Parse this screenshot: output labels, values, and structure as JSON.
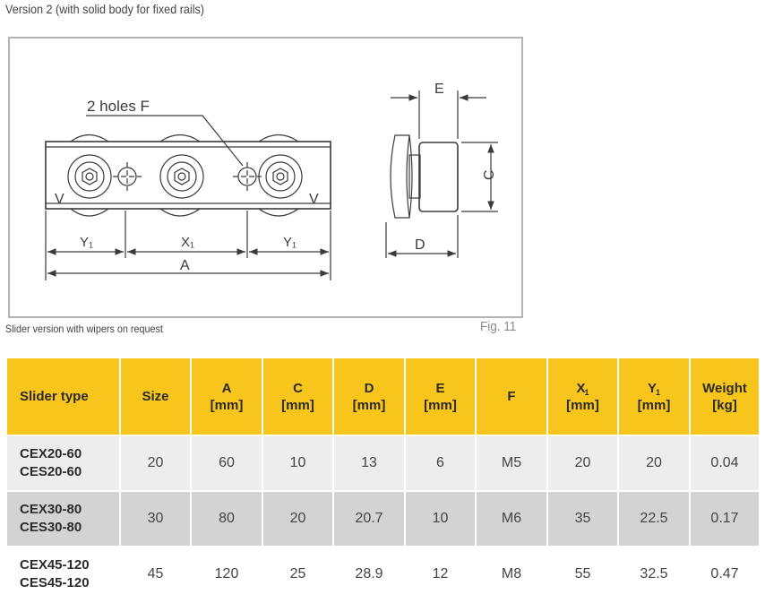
{
  "heading": "Version 2 (with solid body for fixed rails)",
  "figure": {
    "callout_holes": "2 holes F",
    "dim_y1_left": "Y₁",
    "dim_x1": "X₁",
    "dim_y1_right": "Y₁",
    "dim_a": "A",
    "dim_e": "E",
    "dim_c": "C",
    "dim_d": "D",
    "mark_v_left": "V",
    "mark_v_right": "V"
  },
  "caption": "Slider version with wipers on request",
  "fig_label": "Fig. 11",
  "colors": {
    "header_yellow": "#f8c51c",
    "row_light": "#ededed",
    "row_dark": "#d3d3d3",
    "frame_border": "#b4b4b4"
  },
  "table": {
    "headers": [
      {
        "line1": "Slider type",
        "line2": ""
      },
      {
        "line1": "Size",
        "line2": ""
      },
      {
        "line1": "A",
        "line2": "[mm]"
      },
      {
        "line1": "C",
        "line2": "[mm]"
      },
      {
        "line1": "D",
        "line2": "[mm]"
      },
      {
        "line1": "E",
        "line2": "[mm]"
      },
      {
        "line1": "F",
        "line2": ""
      },
      {
        "line1": "X",
        "sub": "1",
        "line2": "[mm]"
      },
      {
        "line1": "Y",
        "sub": "1",
        "line2": "[mm]"
      },
      {
        "line1": "Weight",
        "line2": "[kg]"
      }
    ],
    "rows": [
      {
        "type_a": "CEX20-60",
        "type_b": "CES20-60",
        "size": "20",
        "a": "60",
        "c": "10",
        "d": "13",
        "e": "6",
        "f": "M5",
        "x1": "20",
        "y1": "20",
        "weight": "0.04"
      },
      {
        "type_a": "CEX30-80",
        "type_b": "CES30-80",
        "size": "30",
        "a": "80",
        "c": "20",
        "d": "20.7",
        "e": "10",
        "f": "M6",
        "x1": "35",
        "y1": "22.5",
        "weight": "0.17"
      },
      {
        "type_a": "CEX45-120",
        "type_b": "CES45-120",
        "size": "45",
        "a": "120",
        "c": "25",
        "d": "28.9",
        "e": "12",
        "f": "M8",
        "x1": "55",
        "y1": "32.5",
        "weight": "0.47"
      }
    ]
  }
}
